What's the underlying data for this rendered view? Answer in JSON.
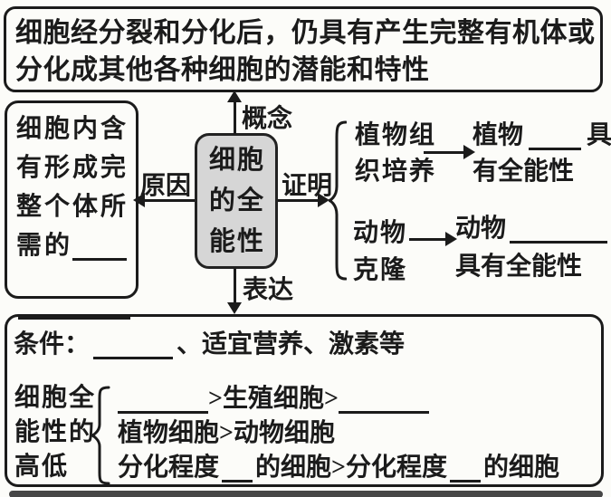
{
  "colors": {
    "ink": "#1b1b1b",
    "center_box_fill": "#d6d6d6",
    "page_background": "#fcfcf9",
    "bottom_strip": "#474747"
  },
  "definition_box": {
    "line1": "细胞经分裂和分化后，仍具有产生完整有机体或",
    "line2": "分化成其他各种细胞的潜能和特性"
  },
  "reason_box": {
    "line1": "细胞内含",
    "line2": "有形成完",
    "line3": "整个体所",
    "line4": "需的"
  },
  "center_box": {
    "line1": "细胞",
    "line2": "的全",
    "line3": "能性"
  },
  "arrow_labels": {
    "up": "概念",
    "left": "原因",
    "right": "证明",
    "down": "表达"
  },
  "proof": {
    "plant_source_line1": "植物组",
    "plant_source_line2": "织培养",
    "plant_result_pre": "植物",
    "plant_result_post": "具",
    "plant_result_line2": "有全能性",
    "animal_source_line1": "动物",
    "animal_source_line2": "克隆",
    "animal_result_pre": "动物",
    "animal_result_line2": "具有全能性"
  },
  "expression_box": {
    "condition_label": "条件：",
    "condition_rest": "、适宜营养、激素等",
    "subject_line1": "细胞全",
    "subject_line2": "能性的",
    "subject_line3": "高低",
    "rank1_mid": ">生殖细胞>",
    "rank2": "植物细胞>动物细胞",
    "rank3_pre": "分化程度",
    "rank3_mid": "的细胞>分化程度",
    "rank3_post": "的细胞"
  }
}
